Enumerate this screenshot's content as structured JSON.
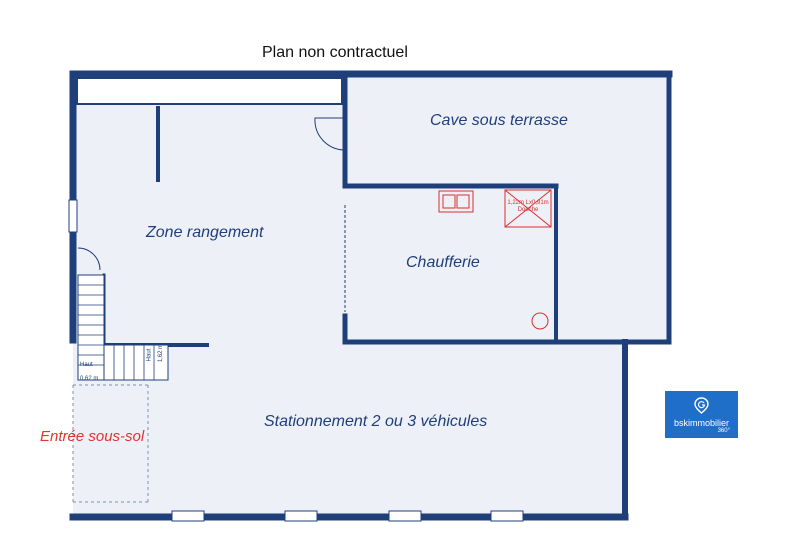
{
  "header": {
    "title": "Plan non contractuel"
  },
  "rooms": {
    "cave": "Cave sous terrasse",
    "zone": "Zone rangement",
    "chaufferie": "Chaufferie",
    "stationnement": "Stationnement 2 ou 3 véhicules",
    "entree": "Entrée sous-sol"
  },
  "annotations": {
    "douche_dim": "1,22m Lx0,91m",
    "douche": "Douche",
    "stair_haut_1": "Haut",
    "stair_haut_2": "Haut",
    "stair_dim_1": "1,62 m",
    "stair_dim_2": "0,62 m"
  },
  "logo": {
    "brand": "bskimmobilier",
    "sub": "360°",
    "icon": "location-g-icon"
  },
  "colors": {
    "wall": "#1f3f7a",
    "floor": "#eef0f8",
    "accent": "#e0342f",
    "brand": "#1f6ec8"
  }
}
